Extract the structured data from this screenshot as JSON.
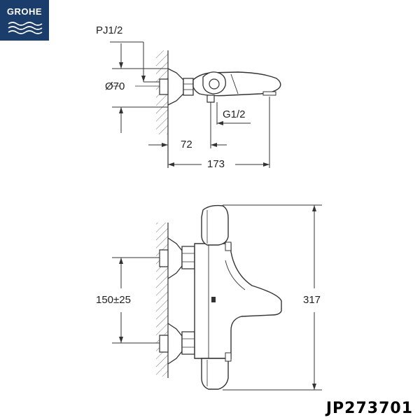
{
  "brand": {
    "logo_text": "GROHE",
    "logo_color": "#1b3d6b"
  },
  "dimensions": {
    "pj": "PJ1/2",
    "diameter": "Ø70",
    "g": "G1/2",
    "offset": "72",
    "length": "173",
    "spacing": "150±25",
    "height": "317"
  },
  "model_code": "JP273701"
}
